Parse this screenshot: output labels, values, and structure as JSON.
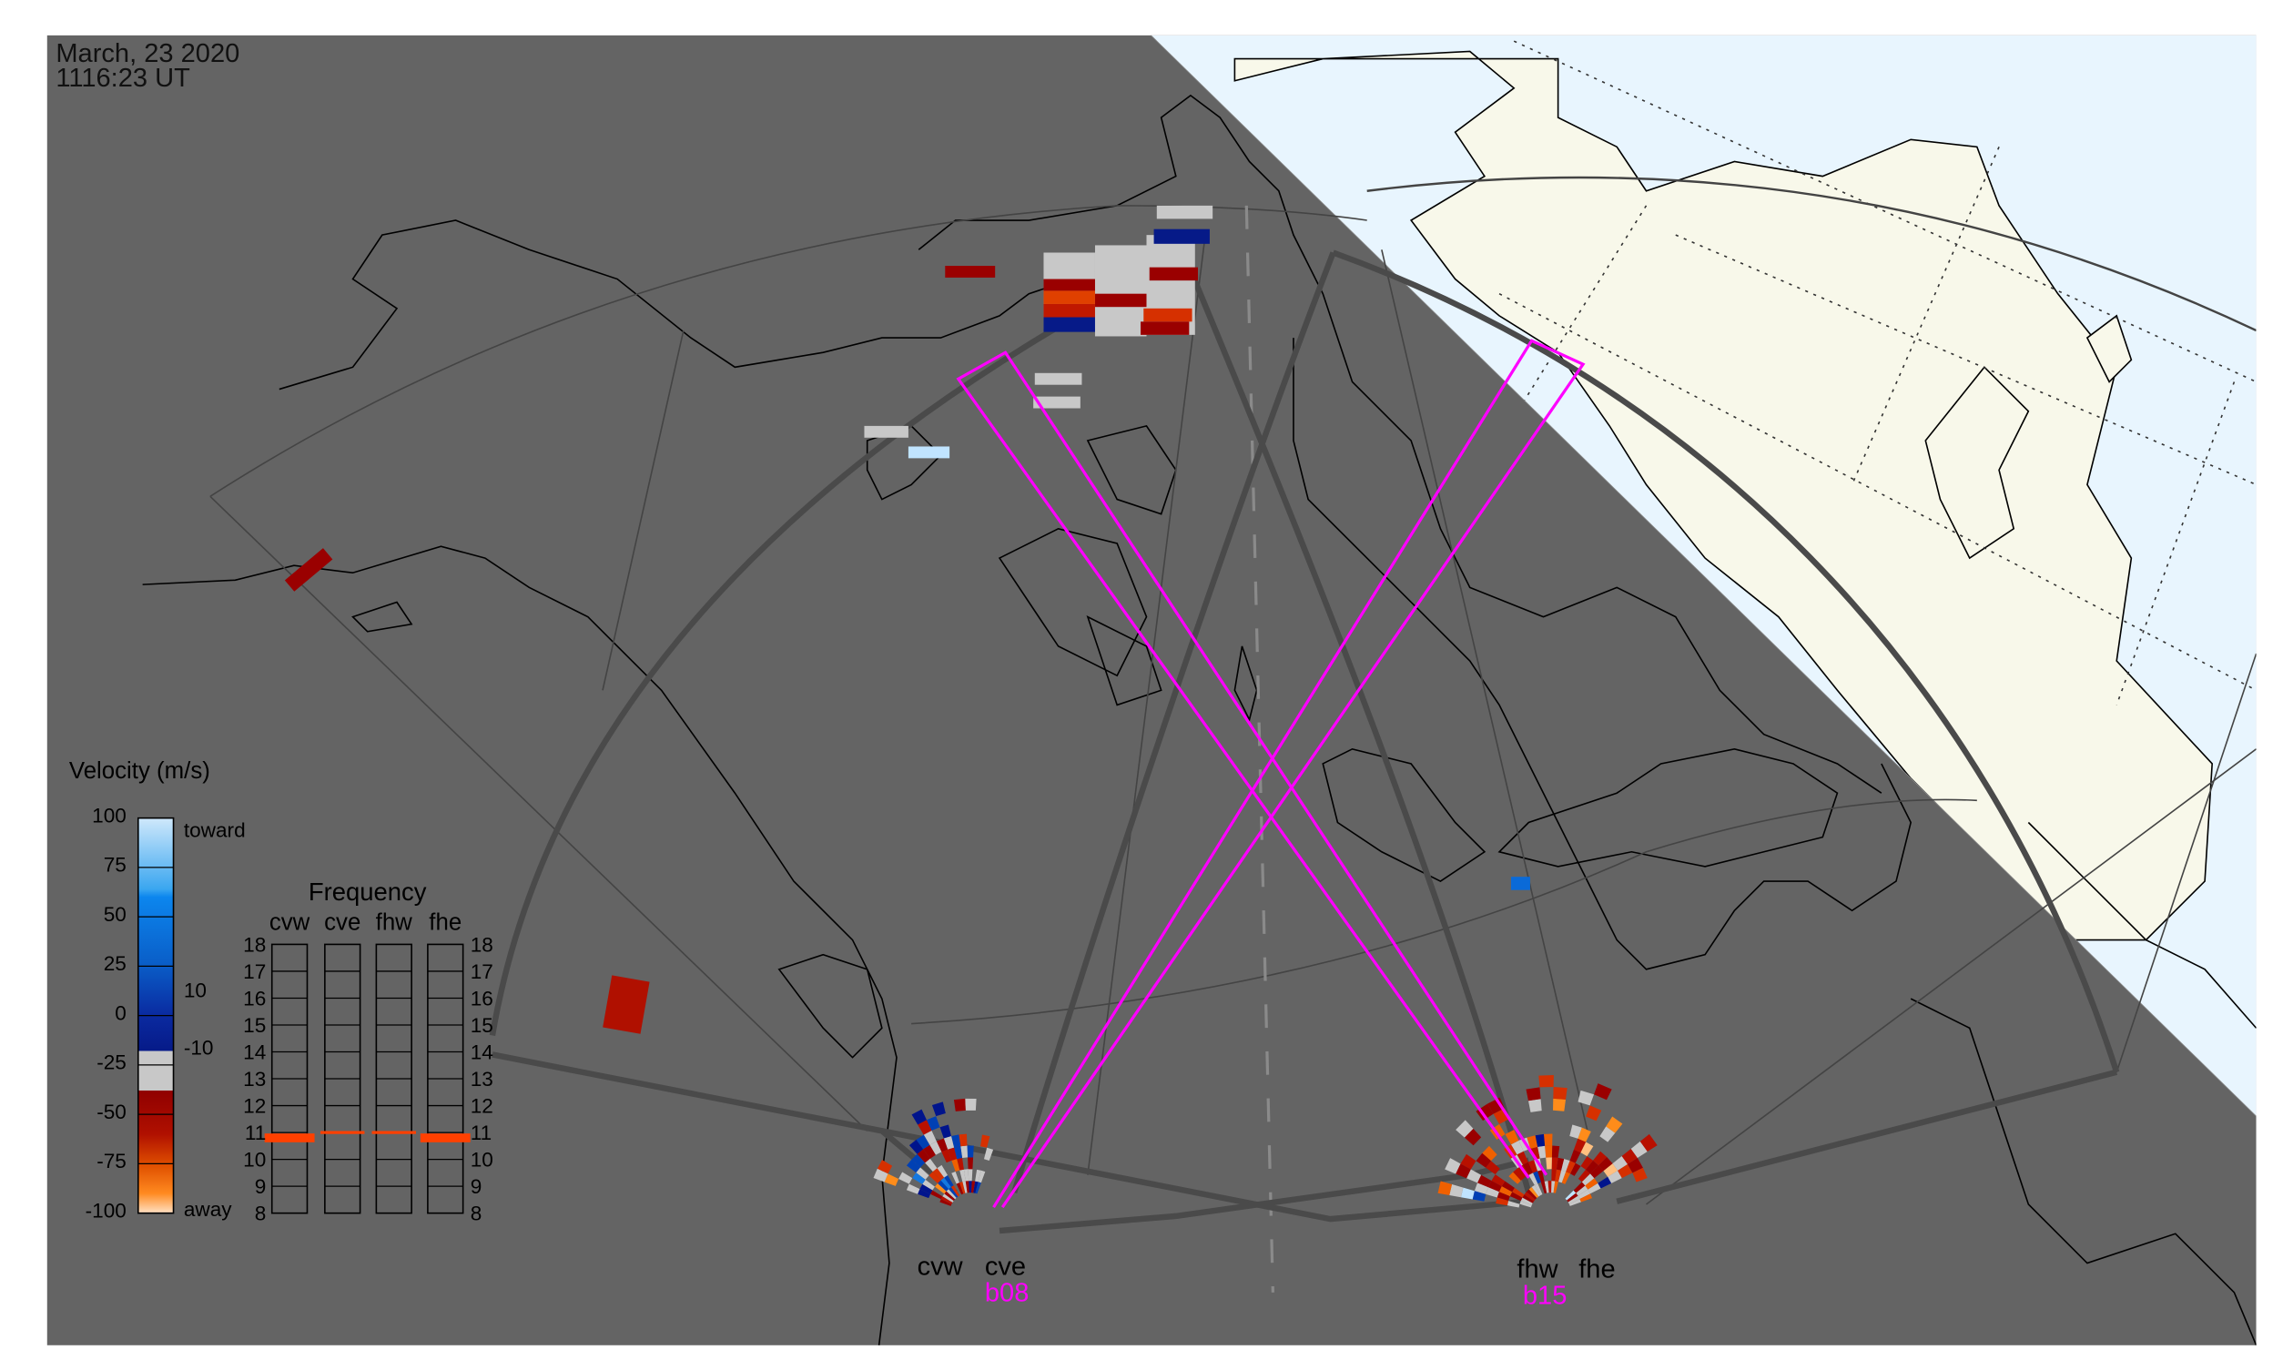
{
  "header": {
    "date": "March, 23 2020",
    "time": "1116:23 UT"
  },
  "colors": {
    "night": "#646464",
    "day_ocean": "#e8f5fe",
    "day_land": "#f8f8ea",
    "beam": "#ff00ff",
    "fov": "#4a4a4a",
    "freq_mark": "#ff4000",
    "palette": [
      "#c8c8c8",
      "#9a0000",
      "#b81000",
      "#d63000",
      "#f06000",
      "#ff8c1a",
      "#ffc080",
      "#00148c",
      "#0040b4",
      "#1478e0",
      "#c0e4ff"
    ]
  },
  "velocity_legend": {
    "title": "Velocity (m/s)",
    "ticks": [
      "100",
      "75",
      "50",
      "25",
      "0",
      "-25",
      "-50",
      "-75",
      "-100"
    ],
    "toward_label": "toward",
    "away_label": "away",
    "pos_threshold": "10",
    "neg_threshold": "-10"
  },
  "frequency_panel": {
    "title": "Frequency",
    "radars": [
      "cvw",
      "cve",
      "fhw",
      "fhe"
    ],
    "ticks": [
      "18",
      "17",
      "16",
      "15",
      "14",
      "13",
      "12",
      "11",
      "10",
      "9",
      "8"
    ],
    "range": [
      8,
      18
    ],
    "values_mhz": [
      10.8,
      11.0,
      11.0,
      10.8
    ]
  },
  "radars": {
    "west_pair": {
      "left": "cvw",
      "right": "cve",
      "beam": "b08"
    },
    "east_pair": {
      "left": "fhw",
      "right": "fhe",
      "beam": "b15"
    }
  }
}
